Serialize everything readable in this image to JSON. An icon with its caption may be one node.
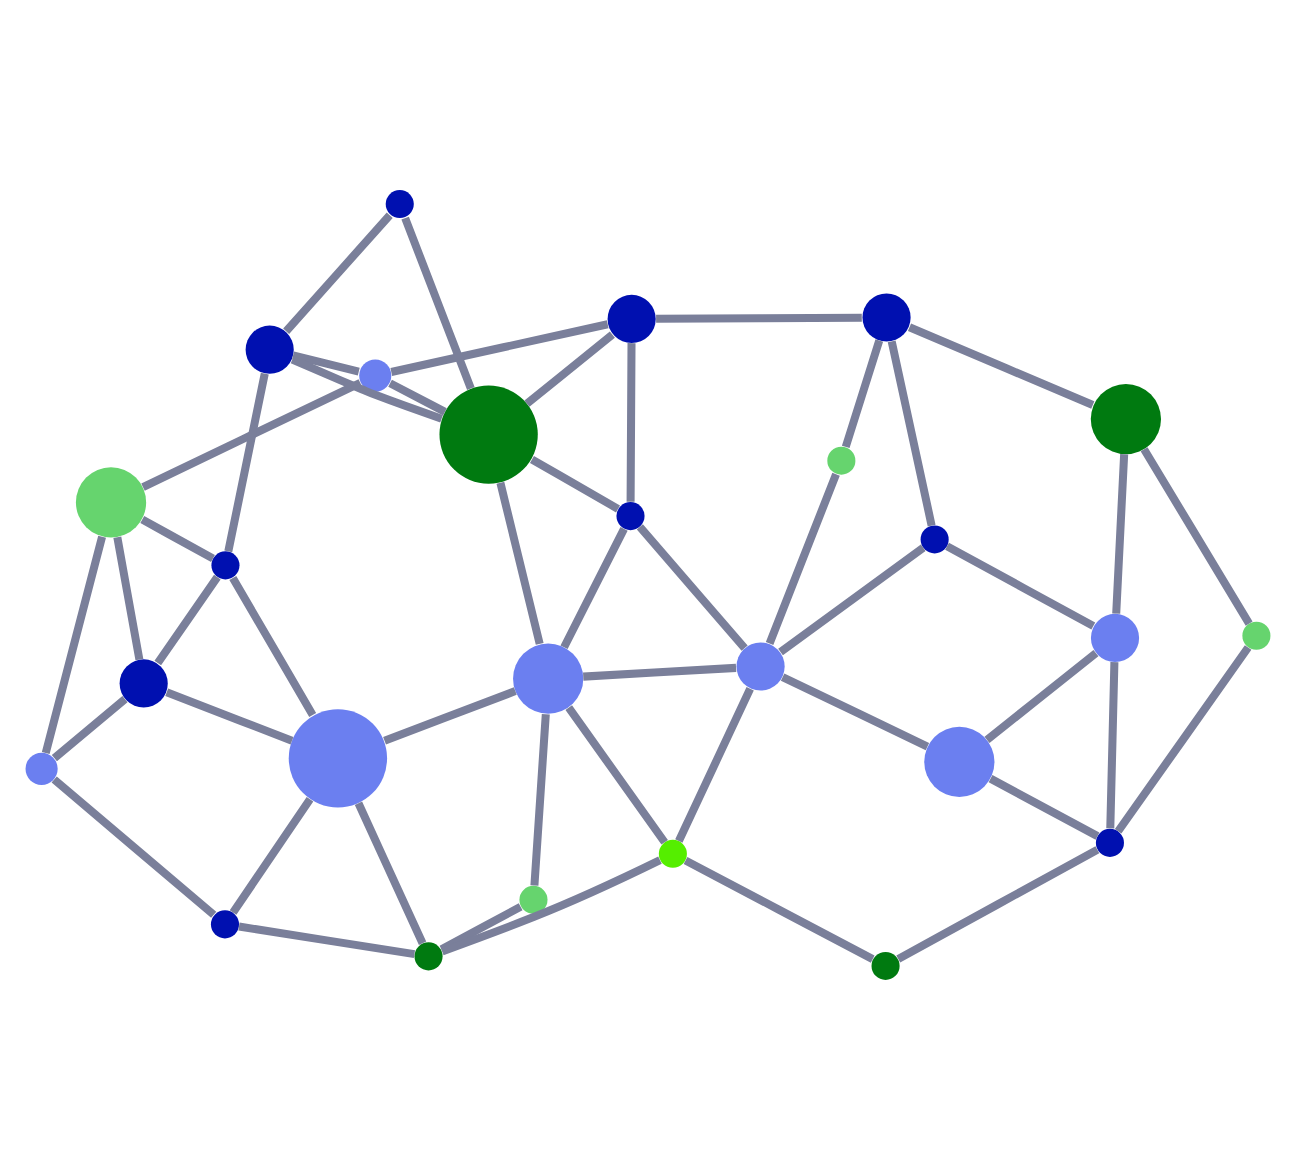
{
  "diagram": {
    "nodes": [
      {
        "text": [],
        "shape": "circle"
      },
      {
        "text": [],
        "shape": "circle"
      },
      {
        "text": [],
        "shape": "circle"
      },
      {
        "text": [],
        "shape": "circle"
      },
      {
        "text": [],
        "shape": "circle"
      },
      {
        "text": [],
        "shape": "circle"
      },
      {
        "text": [],
        "shape": "circle"
      },
      {
        "text": [],
        "shape": "circle"
      },
      {
        "text": [],
        "shape": "circle"
      },
      {
        "text": [],
        "shape": "circle"
      },
      {
        "text": [],
        "shape": "circle"
      },
      {
        "text": [],
        "shape": "circle"
      },
      {
        "text": [],
        "shape": "circle"
      },
      {
        "text": [],
        "shape": "circle"
      },
      {
        "text": [],
        "shape": "circle"
      },
      {
        "text": [],
        "shape": "circle"
      },
      {
        "text": [],
        "shape": "circle"
      },
      {
        "text": [],
        "shape": "circle"
      },
      {
        "text": [],
        "shape": "circle"
      },
      {
        "text": [],
        "shape": "circle"
      },
      {
        "text": [],
        "shape": "circle"
      },
      {
        "text": [],
        "shape": "circle"
      },
      {
        "text": [],
        "shape": "circle"
      },
      {
        "text": [],
        "shape": "circle"
      },
      {
        "text": [],
        "shape": "circle"
      },
      {
        "text": [],
        "shape": "circle"
      }
    ],
    "edges": [
      {
        "from": 0,
        "to": 1,
        "arrow": "none"
      },
      {
        "from": 0,
        "to": 2,
        "arrow": "none"
      },
      {
        "from": 0,
        "to": 4,
        "arrow": "none"
      },
      {
        "from": 0,
        "to": 3,
        "arrow": "none"
      },
      {
        "from": 1,
        "to": 2,
        "arrow": "none"
      },
      {
        "from": 1,
        "to": 5,
        "arrow": "none"
      },
      {
        "from": 1,
        "to": 7,
        "arrow": "none"
      },
      {
        "from": 2,
        "to": 4,
        "arrow": "none"
      },
      {
        "from": 2,
        "to": 5,
        "arrow": "none"
      },
      {
        "from": 2,
        "to": 10,
        "arrow": "none"
      },
      {
        "from": 2,
        "to": 12,
        "arrow": "none"
      },
      {
        "from": 3,
        "to": 6,
        "arrow": "none"
      },
      {
        "from": 3,
        "to": 11,
        "arrow": "none"
      },
      {
        "from": 3,
        "to": 13,
        "arrow": "none"
      },
      {
        "from": 4,
        "to": 6,
        "arrow": "none"
      },
      {
        "from": 4,
        "to": 10,
        "arrow": "none"
      },
      {
        "from": 5,
        "to": 15,
        "arrow": "none"
      },
      {
        "from": 5,
        "to": 12,
        "arrow": "none"
      },
      {
        "from": 6,
        "to": 11,
        "arrow": "none"
      },
      {
        "from": 6,
        "to": 16,
        "arrow": "none"
      },
      {
        "from": 7,
        "to": 8,
        "arrow": "none"
      },
      {
        "from": 7,
        "to": 9,
        "arrow": "none"
      },
      {
        "from": 7,
        "to": 14,
        "arrow": "none"
      },
      {
        "from": 8,
        "to": 15,
        "arrow": "none"
      },
      {
        "from": 9,
        "to": 18,
        "arrow": "none"
      },
      {
        "from": 9,
        "to": 19,
        "arrow": "none"
      },
      {
        "from": 11,
        "to": 13,
        "arrow": "none"
      },
      {
        "from": 11,
        "to": 16,
        "arrow": "none"
      },
      {
        "from": 12,
        "to": 16,
        "arrow": "none"
      },
      {
        "from": 12,
        "to": 15,
        "arrow": "none"
      },
      {
        "from": 12,
        "to": 17,
        "arrow": "none"
      },
      {
        "from": 12,
        "to": 21,
        "arrow": "none"
      },
      {
        "from": 13,
        "to": 20,
        "arrow": "none"
      },
      {
        "from": 14,
        "to": 15,
        "arrow": "none"
      },
      {
        "from": 14,
        "to": 19,
        "arrow": "none"
      },
      {
        "from": 15,
        "to": 21,
        "arrow": "none"
      },
      {
        "from": 15,
        "to": 22,
        "arrow": "none"
      },
      {
        "from": 16,
        "to": 20,
        "arrow": "none"
      },
      {
        "from": 16,
        "to": 23,
        "arrow": "none"
      },
      {
        "from": 17,
        "to": 23,
        "arrow": "none"
      },
      {
        "from": 19,
        "to": 22,
        "arrow": "none"
      },
      {
        "from": 19,
        "to": 25,
        "arrow": "none"
      },
      {
        "from": 18,
        "to": 25,
        "arrow": "none"
      },
      {
        "from": 20,
        "to": 23,
        "arrow": "none"
      },
      {
        "from": 21,
        "to": 23,
        "arrow": "none"
      },
      {
        "from": 21,
        "to": 24,
        "arrow": "none"
      },
      {
        "from": 22,
        "to": 25,
        "arrow": "none"
      },
      {
        "from": 24,
        "to": 25,
        "arrow": "none"
      }
    ]
  }
}
